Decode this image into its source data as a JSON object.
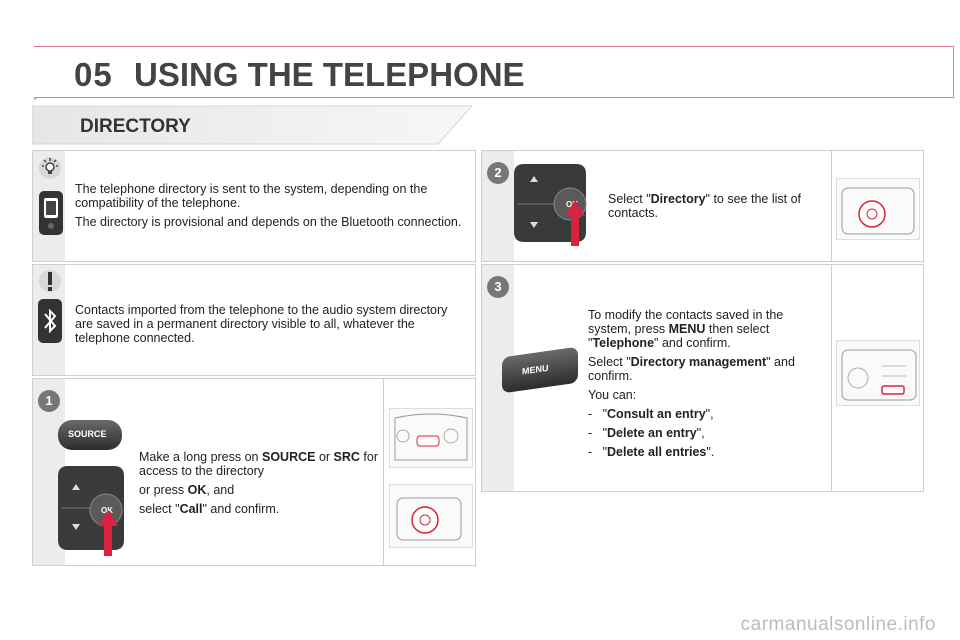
{
  "header": {
    "chapter": "05",
    "title": "USING THE TELEPHONE"
  },
  "section": {
    "title": "DIRECTORY"
  },
  "info_panel": {
    "para1": "The telephone directory is sent to the system, depending on the compatibility of the telephone.",
    "para2": "The directory is provisional and depends on the Bluetooth connection."
  },
  "warning_panel": {
    "text": "Contacts imported from the telephone to the audio system directory are saved in a permanent directory visible to all, whatever the telephone connected."
  },
  "step1": {
    "number": "1",
    "l1_pre": "Make a long press on ",
    "l1_b1": "SOURCE",
    "l1_mid": " or ",
    "l1_b2": "SRC",
    "l1_post": " for access to the directory",
    "l2_pre": "or press ",
    "l2_b": "OK",
    "l2_post": ", and",
    "l3_pre": "select \"",
    "l3_b": "Call",
    "l3_post": "\" and confirm.",
    "button_label": "SOURCE",
    "ok_label": "OK"
  },
  "step2": {
    "number": "2",
    "pre": "Select \"",
    "b": "Directory",
    "post": "\" to see the list of contacts.",
    "ok_label": "OK"
  },
  "step3": {
    "number": "3",
    "p1_pre": "To modify the contacts saved in the system, press ",
    "p1_b1": "MENU",
    "p1_mid": " then select \"",
    "p1_b2": "Telephone",
    "p1_post": "\" and confirm.",
    "p2_pre": "Select \"",
    "p2_b": "Directory management",
    "p2_post": "\" and confirm.",
    "p3": "You can:",
    "items": [
      "Consult an entry",
      "Delete an entry",
      "Delete all entries"
    ],
    "item_end": [
      "\",",
      "\",",
      "\"."
    ],
    "menu_label": "MENU"
  },
  "watermark": "carmanualsonline.info",
  "colors": {
    "accent": "#d9233e",
    "panel_border": "#cfcfcf",
    "sidebar": "#ececec"
  }
}
